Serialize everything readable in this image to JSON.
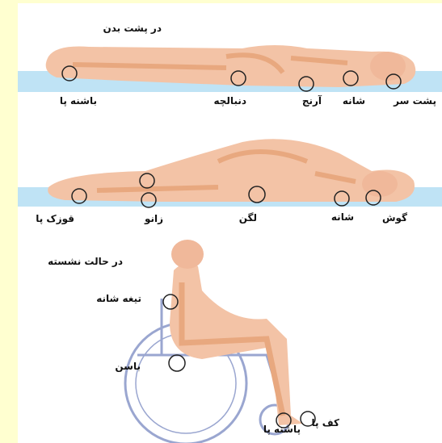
{
  "sections": [
    {
      "title": "در پشت بدن",
      "labels": [
        "باشنه پا",
        "دنبالچه",
        "آرنج",
        "شانه",
        "پشت سر"
      ]
    },
    {
      "title": "",
      "labels": [
        "قوزک پا",
        "زانو",
        "لگن",
        "شانه",
        "گوش"
      ]
    },
    {
      "title": "در حالت نشسته",
      "labels": [
        "تیغه شانه",
        "باسن",
        "پاشنه پا",
        "کف پا"
      ]
    }
  ],
  "colors": {
    "background": "#ffffd0",
    "mattress": "#bfe3f5",
    "skin": "#f3c3a6",
    "skeleton": "#e8a87f",
    "marker": "#222222"
  }
}
